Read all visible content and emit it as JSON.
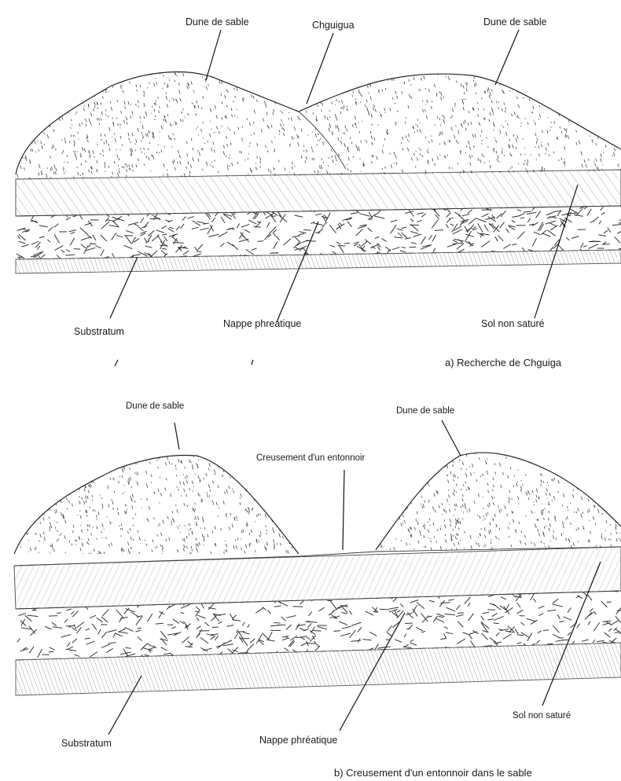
{
  "panel_a": {
    "labels": {
      "dune_left": "Dune de sable",
      "chguigua": "Chguigua",
      "dune_right": "Dune de sable",
      "substratum": "Substratum",
      "nappe": "Nappe phreatique",
      "sol": "Sol non saturé"
    },
    "caption": "a) Recherche de Chguiga"
  },
  "panel_b": {
    "labels": {
      "dune_left": "Dune de sable",
      "dune_right": "Dune de sable",
      "entonnoir": "Creusement d'un entonnoir",
      "substratum": "Substratum",
      "nappe": "Nappe phréatique",
      "sol": "Sol non saturé"
    },
    "caption": "b) Creusement d'un entonnoir dans le sable"
  }
}
